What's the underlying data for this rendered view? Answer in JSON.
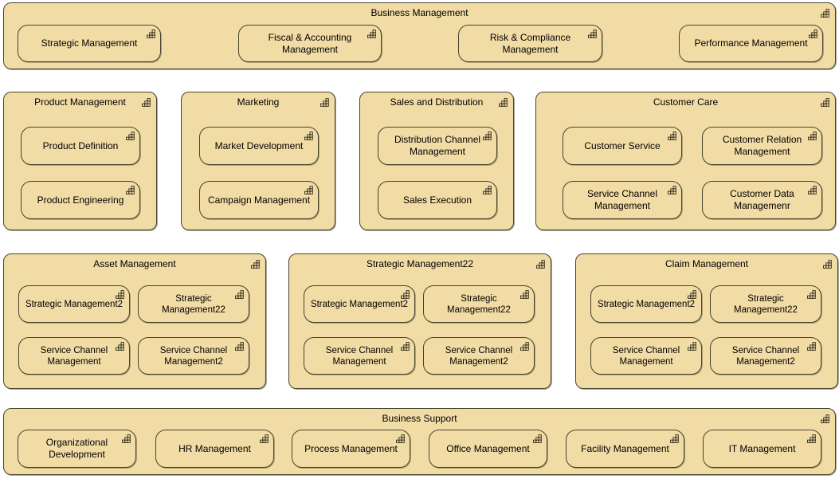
{
  "groups": {
    "business_management": {
      "title": "Business Management",
      "children": [
        "Strategic Management",
        "Fiscal & Accounting Management",
        "Risk & Compliance Management",
        "Performance Management"
      ]
    },
    "product_management": {
      "title": "Product Management",
      "children": [
        "Product Definition",
        "Product Engineering"
      ]
    },
    "marketing": {
      "title": "Marketing",
      "children": [
        "Market Development",
        "Campaign Management"
      ]
    },
    "sales_and_distribution": {
      "title": "Sales and Distribution",
      "children": [
        "Distribution Channel Management",
        "Sales Execution"
      ]
    },
    "customer_care": {
      "title": "Customer Care",
      "children": [
        "Customer Service",
        "Customer Relation Management",
        "Service Channel Management",
        "Customer Data Managemenr"
      ]
    },
    "asset_management": {
      "title": "Asset Management",
      "children": [
        "Strategic Management2",
        "Strategic Management22",
        "Service Channel Management",
        "Service Channel Management2"
      ]
    },
    "strategic_management22": {
      "title": "Strategic Management22",
      "children": [
        "Strategic Management2",
        "Strategic Management22",
        "Service Channel Management",
        "Service Channel Management2"
      ]
    },
    "claim_management": {
      "title": "Claim Management",
      "children": [
        "Strategic Management2",
        "Strategic Management22",
        "Service Channel Management",
        "Service Channel Management2"
      ]
    },
    "business_support": {
      "title": "Business Support",
      "children": [
        "Organizational Development",
        "HR Management",
        "Process Management",
        "Office Management",
        "Facility Management",
        "IT Management"
      ]
    }
  },
  "icons": {
    "capability": "stepped-blocks-grid-icon"
  },
  "colors": {
    "shape_fill": "#F2DCA5",
    "shape_border": "#46432F",
    "text": "#000000",
    "page_background": "#FFFFFF"
  }
}
